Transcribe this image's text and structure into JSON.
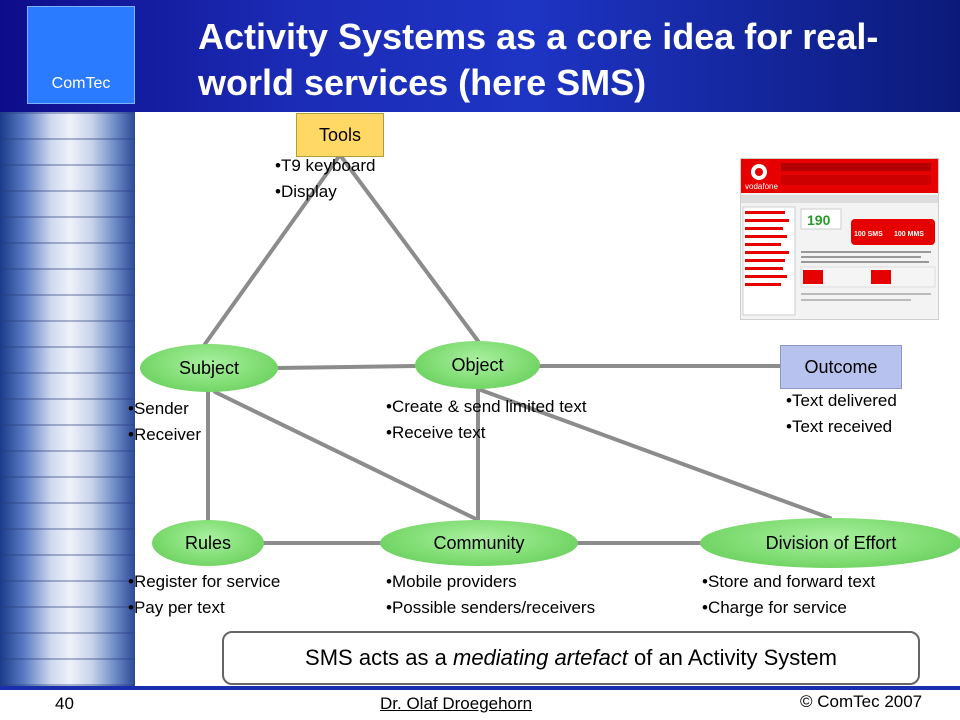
{
  "header": {
    "logo_text": "ComTec",
    "title_line1": "Activity Systems as a core idea for real-",
    "title_line2": "world services (here SMS)"
  },
  "nodes": {
    "tools": "Tools",
    "subject": "Subject",
    "object": "Object",
    "outcome": "Outcome",
    "rules": "Rules",
    "community": "Community",
    "division": "Division of Effort"
  },
  "lists": {
    "tools": [
      "T9 keyboard",
      "Display"
    ],
    "subject": [
      "Sender",
      "Receiver"
    ],
    "object": [
      "Create & send limited text",
      "Receive text"
    ],
    "outcome": [
      "Text delivered",
      "Text received"
    ],
    "rules": [
      "Register for service",
      "Pay per text"
    ],
    "community": [
      "Mobile providers",
      "Possible senders/receivers"
    ],
    "division": [
      "Store and forward text",
      "Charge for service"
    ]
  },
  "caption": {
    "before": "SMS acts as a ",
    "emph": "mediating artefact",
    "after": " of an Activity System"
  },
  "footer": {
    "page_number": "40",
    "author": "Dr. Olaf Droegehorn",
    "copyright": "© ComTec 2007"
  },
  "screenshot": {
    "brand": "vodafone",
    "promo_190": "190",
    "promo_sms": "100 SMS",
    "promo_mms": "100 MMS",
    "colors": {
      "brand_red": "#e60000"
    }
  },
  "colors": {
    "tools_fill": "#ffd866",
    "outcome_fill": "#b8c2ee",
    "node_green": "#7fdc72",
    "connector": "#8c8c8c"
  }
}
